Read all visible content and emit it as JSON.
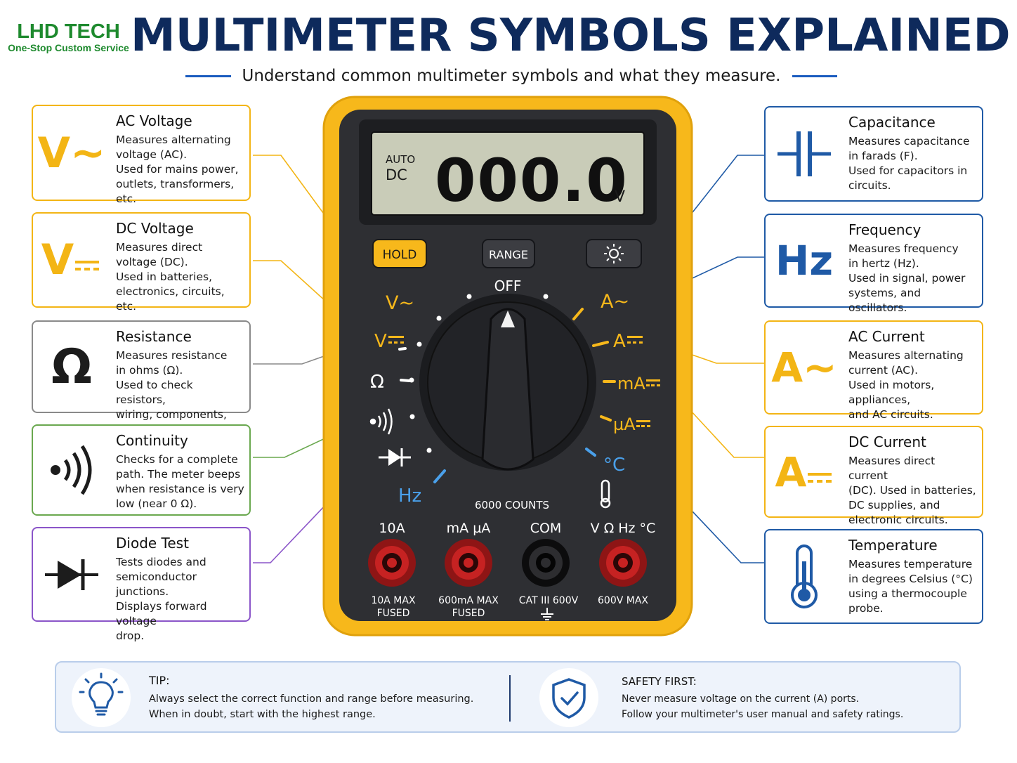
{
  "brand": {
    "name": "LHD TECH",
    "tagline": "One-Stop Custom Service"
  },
  "title": "MULTIMETER SYMBOLS EXPLAINED",
  "subtitle": "Understand common multimeter symbols and what they measure.",
  "colors": {
    "yellow": "#f3b515",
    "navy": "#0e2a5c",
    "blue": "#1f5aa6",
    "green": "#6aa84f",
    "purple": "#8b55c9",
    "gray": "#8a8a8a",
    "body": "#2e2f33"
  },
  "left_cards": [
    {
      "title": "AC Voltage",
      "lines": [
        "Measures alternating",
        "voltage (AC).",
        "Used for mains power,",
        "outlets, transformers, etc."
      ],
      "icon": "ac-voltage-icon"
    },
    {
      "title": "DC Voltage",
      "lines": [
        "Measures direct",
        "voltage (DC).",
        "Used in batteries,",
        "electronics, circuits, etc."
      ],
      "icon": "dc-voltage-icon"
    },
    {
      "title": "Resistance",
      "lines": [
        "Measures resistance",
        "in ohms (Ω).",
        "Used to check resistors,",
        "wiring, components, etc."
      ],
      "icon": "omega-icon"
    },
    {
      "title": "Continuity",
      "lines": [
        "Checks for a complete",
        "path. The meter beeps",
        "when resistance is very",
        "low (near 0 Ω)."
      ],
      "icon": "sound-wave-icon"
    },
    {
      "title": "Diode Test",
      "lines": [
        "Tests diodes and",
        "semiconductor junctions.",
        "Displays forward voltage",
        "drop."
      ],
      "icon": "diode-icon"
    }
  ],
  "right_cards": [
    {
      "title": "Capacitance",
      "lines": [
        "Measures capacitance",
        "in farads (F).",
        "Used for capacitors in",
        "circuits."
      ],
      "icon": "capacitor-icon"
    },
    {
      "title": "Frequency",
      "lines": [
        "Measures frequency",
        "in hertz (Hz).",
        "Used in signal, power",
        "systems, and oscillators."
      ],
      "icon": "hz-icon"
    },
    {
      "title": "AC Current",
      "lines": [
        "Measures alternating",
        "current (AC).",
        "Used in motors, appliances,",
        "and AC circuits."
      ],
      "icon": "ac-current-icon"
    },
    {
      "title": "DC Current",
      "lines": [
        "Measures direct current",
        "(DC). Used in batteries,",
        "DC supplies, and",
        "electronic circuits."
      ],
      "icon": "dc-current-icon"
    },
    {
      "title": "Temperature",
      "lines": [
        "Measures temperature",
        "in degrees Celsius (°C)",
        "using a thermocouple",
        "probe."
      ],
      "icon": "thermometer-icon"
    }
  ],
  "symbols": {
    "ac_voltage": "V~",
    "dc_voltage": "V",
    "omega": "Ω",
    "hz": "Hz",
    "ac_current": "A~",
    "dc_current": "A"
  },
  "meter": {
    "display": {
      "auto": "AUTO",
      "dc": "DC",
      "reading": "000.0",
      "unit": "V"
    },
    "buttons": {
      "hold": "HOLD",
      "range": "RANGE"
    },
    "dial": {
      "off": "OFF",
      "v_ac": "V~",
      "v_dc": "V",
      "ohm": "Ω",
      "hz": "Hz",
      "a_ac": "A~",
      "a_dc": "A",
      "ma": "mA",
      "ua": "µA",
      "celsius": "°C",
      "counts": "6000 COUNTS"
    },
    "ports": [
      {
        "label": "10A",
        "rating1": "10A MAX",
        "rating2": "FUSED"
      },
      {
        "label": "mA µA",
        "rating1": "600mA MAX",
        "rating2": "FUSED"
      },
      {
        "label": "COM",
        "rating1": "CAT III 600V",
        "rating2": ""
      },
      {
        "label": "V Ω Hz °C",
        "rating1": "600V MAX",
        "rating2": ""
      }
    ]
  },
  "tip": {
    "heading": "TIP:",
    "line1": "Always select the correct function and range before measuring.",
    "line2": "When in doubt, start with the highest range."
  },
  "safety": {
    "heading": "SAFETY FIRST:",
    "line1": "Never measure voltage on the current (A) ports.",
    "line2": "Follow your multimeter's user manual and safety ratings."
  }
}
